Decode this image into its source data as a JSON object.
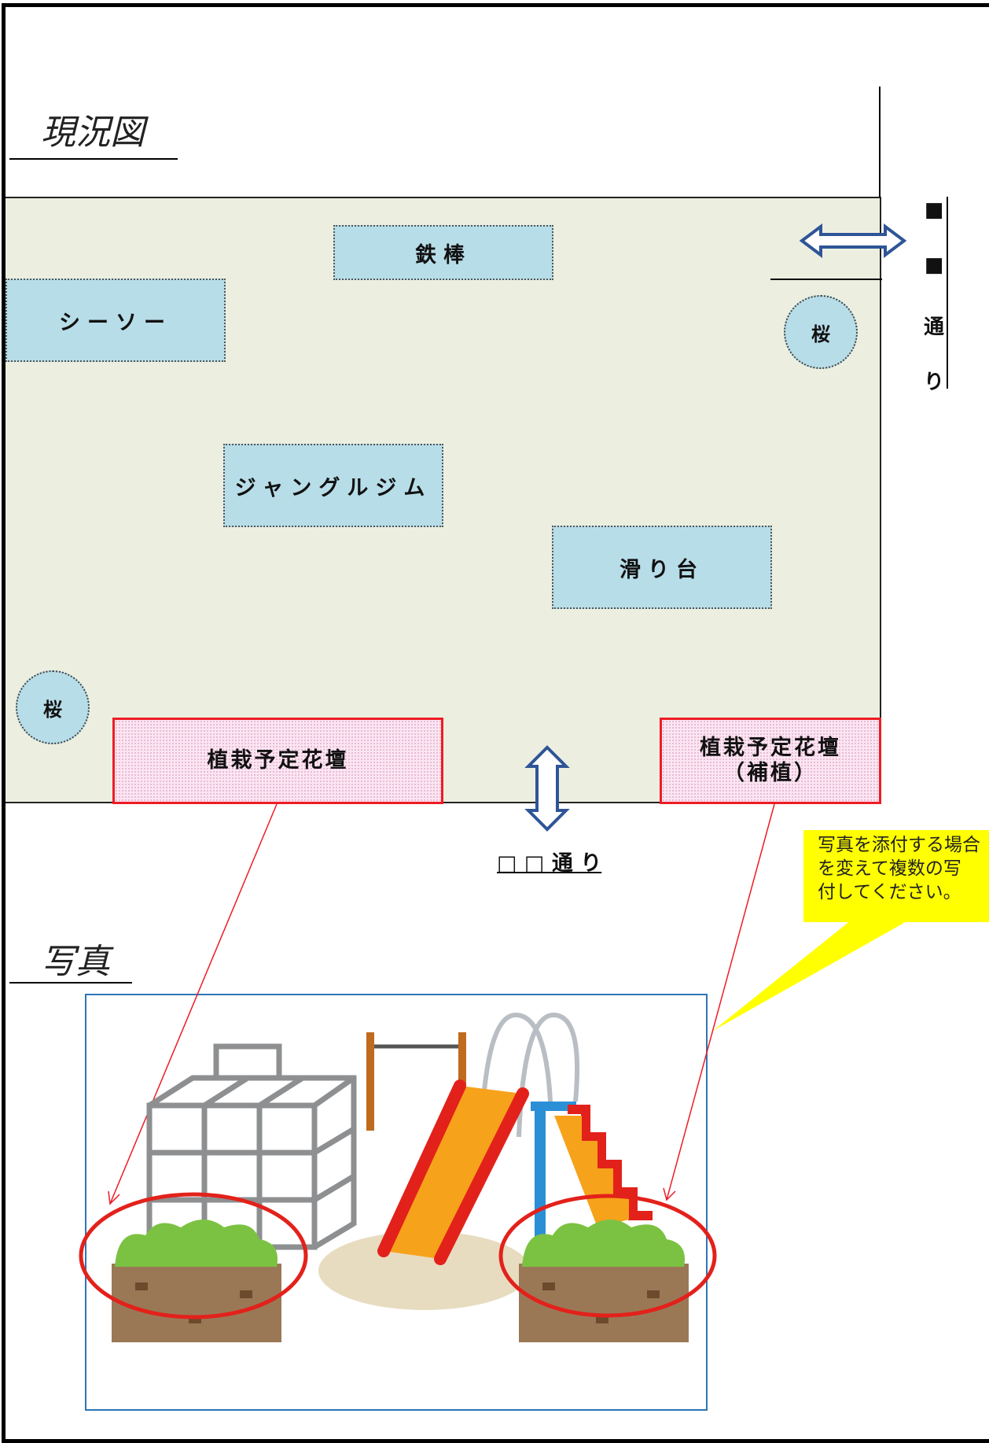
{
  "headings": {
    "current_map": "現況図",
    "photo": "写真"
  },
  "park": {
    "background_color": "#ecefe0",
    "equipment": {
      "tetsubo": "鉄棒",
      "seesaw": "シーソー",
      "jungle_gym": "ジャングルジム",
      "slide": "滑り台"
    },
    "trees": {
      "top_right": "桜",
      "bottom_left": "桜"
    },
    "flower_bed_left": "植栽予定花壇",
    "flower_bed_right": {
      "line1": "植栽予定花壇",
      "line2": "（補植）"
    }
  },
  "streets": {
    "right_street_chars": [
      "■",
      "■",
      "通",
      "り"
    ],
    "bottom_street": "□ □ 通 り"
  },
  "callout": {
    "text": "写真を添付する場合\nを変えて複数の写\n付してください。",
    "color": "#ffff00"
  },
  "colors": {
    "equipment_fill": "#b7dde8",
    "bed_border": "#ee1c25",
    "arrow": "#2f5597",
    "pointer_line": "#ee1c25"
  }
}
